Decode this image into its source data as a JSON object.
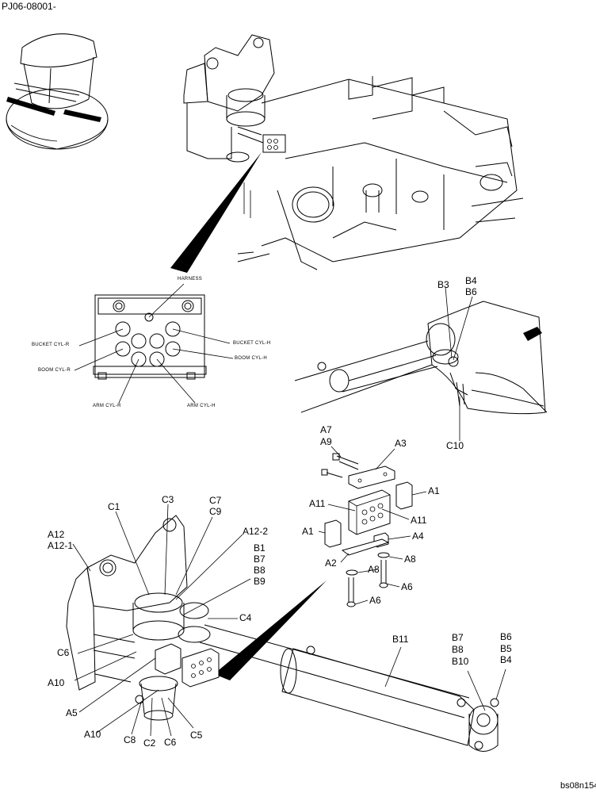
{
  "header": {
    "doc_id": "PJ06-08001-"
  },
  "footer": {
    "figure_id": "bs08n154"
  },
  "manifold_labels": {
    "harness": "HARNESS",
    "bucket_cyl_r": "BUCKET CYL-R",
    "bucket_cyl_h": "BUCKET CYL-H",
    "boom_cyl_r": "BOOM CYL-R",
    "boom_cyl_h": "BOOM CYL-H",
    "arm_cyl_r": "ARM CYL-R",
    "arm_cyl_h": "ARM CYL-H"
  },
  "callouts": {
    "B3": "B3",
    "B4": "B4",
    "B6": "B6",
    "C10": "C10",
    "A7": "A7",
    "A9": "A9",
    "A3": "A3",
    "A1": "A1",
    "A1b": "A1",
    "A11": "A11",
    "A11b": "A11",
    "A4": "A4",
    "A2": "A2",
    "A8": "A8",
    "A8b": "A8",
    "A6": "A6",
    "A6b": "A6",
    "C1": "C1",
    "C3": "C3",
    "C7": "C7",
    "C9": "C9",
    "A12": "A12",
    "A12_1": "A12-1",
    "A12_2": "A12-2",
    "B1": "B1",
    "B7": "B7",
    "B8": "B8",
    "B9": "B9",
    "C4": "C4",
    "C6": "C6",
    "A10": "A10",
    "A5": "A5",
    "A10b": "A10",
    "C8": "C8",
    "C2": "C2",
    "C6b": "C6",
    "C5": "C5",
    "B11": "B11",
    "B7b": "B7",
    "B8b": "B8",
    "B10": "B10",
    "B6b": "B6",
    "B5": "B5",
    "B4b": "B4"
  }
}
